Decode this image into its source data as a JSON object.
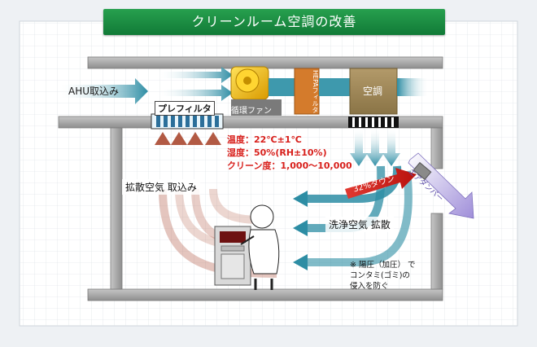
{
  "title": "クリーンルーム空調の改善",
  "labels": {
    "ahu_intake": "AHU取込み",
    "prefilter": "プレフィルタ",
    "circulation_fan": "循環ファン",
    "hepa_filter": "HEPAフィルタ",
    "air_conditioner": "空調",
    "diffusion_intake": "拡散空気 取込み",
    "clean_air_diffusion": "洗浄空気 拡散",
    "air_damper": "エアダンパー",
    "down_32": "32%ダウン"
  },
  "conditions": {
    "temperature": "温度：22℃±1℃",
    "humidity": "湿度：50%(RH±10%)",
    "cleanliness": "クリーン度：1,000～10,000"
  },
  "note": {
    "line1": "※ 陽圧（加圧） で",
    "line2": "コンタミ(ゴミ)の",
    "line3": "侵入を防ぐ"
  },
  "colors": {
    "header_green": "#1a8d44",
    "duct_gray": "#a9a9a9",
    "supply_blue": "#3e99ad",
    "return_brown": "#b25a44",
    "warning_red": "#d8201c",
    "damper_purple": "#8a7bc7"
  }
}
